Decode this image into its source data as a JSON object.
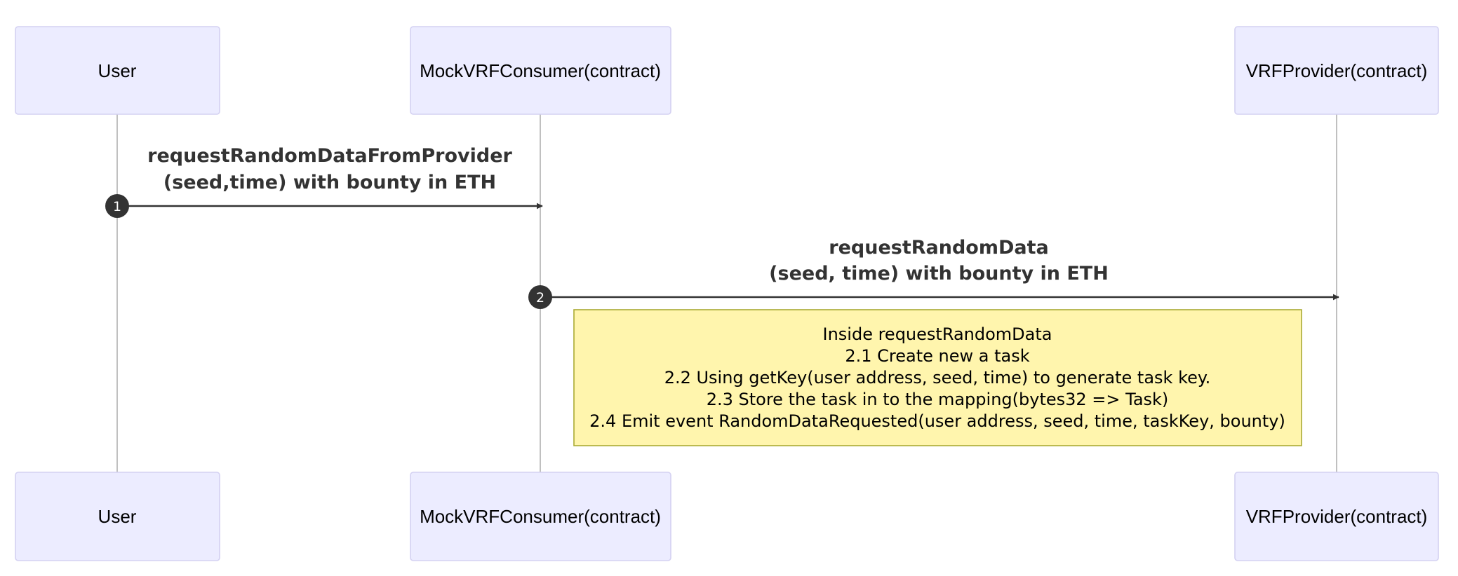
{
  "participants": [
    {
      "id": "user",
      "label": "User"
    },
    {
      "id": "consumer",
      "label": "MockVRFConsumer(contract)"
    },
    {
      "id": "provider",
      "label": "VRFProvider(contract)"
    }
  ],
  "messages": [
    {
      "number": "1",
      "from": "user",
      "to": "consumer",
      "lines": [
        "requestRandomDataFromProvider",
        "(seed,time) with bounty in ETH"
      ]
    },
    {
      "number": "2",
      "from": "consumer",
      "to": "provider",
      "lines": [
        "requestRandomData",
        "(seed, time) with bounty in ETH"
      ]
    }
  ],
  "note": {
    "lines": [
      "Inside requestRandomData",
      "2.1 Create new a task",
      "2.2 Using getKey(user address, seed, time) to generate task key.",
      "2.3 Store the task in to the mapping(bytes32 => Task)",
      "2.4 Emit event RandomDataRequested(user address, seed, time, taskKey, bounty)"
    ]
  },
  "colors": {
    "actor_fill": "#ECECFF",
    "actor_border": "#d4d1f2",
    "lifeline": "#c0c0c0",
    "message": "#333333",
    "note_fill": "#fff5ad",
    "note_border": "#aaaa33"
  }
}
